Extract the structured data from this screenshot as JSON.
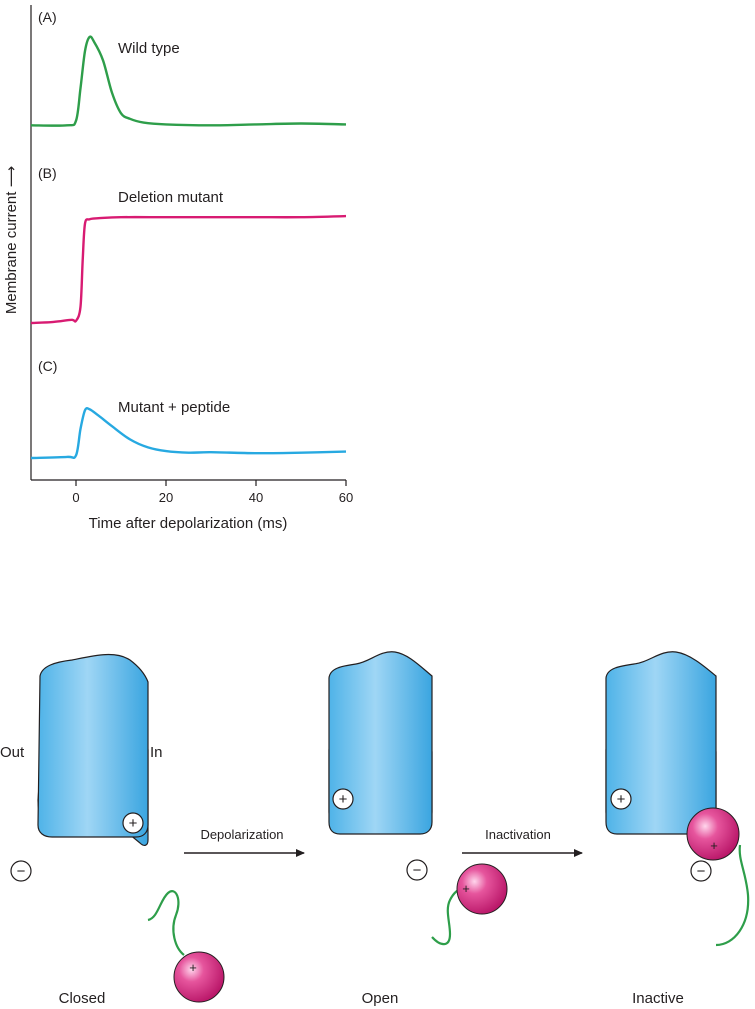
{
  "top_figure": {
    "y_axis_label": "Membrane current ⟶",
    "x_axis_label": "Time after depolarization (ms)",
    "x_ticks": [
      "0",
      "20",
      "40",
      "60"
    ],
    "panels": [
      {
        "letter": "(A)",
        "name": "Wild type",
        "color": "#2e9e4a"
      },
      {
        "letter": "(B)",
        "name": "Deletion mutant",
        "color": "#d81b72"
      },
      {
        "letter": "(C)",
        "name": "Mutant + peptide",
        "color": "#27a9e1"
      }
    ]
  },
  "chart_data": {
    "type": "line",
    "xlim": [
      -10,
      60
    ],
    "series": [
      {
        "name": "Wild type",
        "x": [
          -10,
          -2,
          0,
          1,
          2,
          3,
          4,
          6,
          8,
          10,
          12,
          15,
          20,
          30,
          40,
          50,
          60
        ],
        "y": [
          0.05,
          0.05,
          0.1,
          0.45,
          0.85,
          1.0,
          0.95,
          0.75,
          0.4,
          0.18,
          0.12,
          0.08,
          0.06,
          0.05,
          0.06,
          0.07,
          0.06
        ]
      },
      {
        "name": "Deletion mutant",
        "x": [
          -10,
          -5,
          -1,
          0,
          1,
          1.5,
          2,
          3,
          5,
          10,
          20,
          30,
          40,
          50,
          60
        ],
        "y": [
          0.0,
          0.01,
          0.03,
          0.02,
          0.15,
          0.6,
          0.92,
          0.96,
          0.97,
          0.98,
          0.98,
          0.98,
          0.98,
          0.98,
          0.99
        ]
      },
      {
        "name": "Mutant + peptide",
        "x": [
          -10,
          -2,
          0,
          1,
          2,
          3,
          5,
          8,
          12,
          16,
          20,
          25,
          30,
          40,
          50,
          60
        ],
        "y": [
          0.0,
          0.02,
          0.05,
          0.55,
          0.9,
          0.92,
          0.8,
          0.6,
          0.35,
          0.2,
          0.13,
          0.1,
          0.11,
          0.09,
          0.1,
          0.12
        ]
      }
    ]
  },
  "bottom_diagram": {
    "labels": {
      "out": "Out",
      "in": "In",
      "closed": "Closed",
      "open": "Open",
      "inactive": "Inactive",
      "depolarization": "Depolarization",
      "inactivation": "Inactivation",
      "plus": "+",
      "minus": "−"
    },
    "colors": {
      "channel": "#29a8e0",
      "ball": "#d6287f",
      "chain": "#2e9e4a"
    }
  }
}
